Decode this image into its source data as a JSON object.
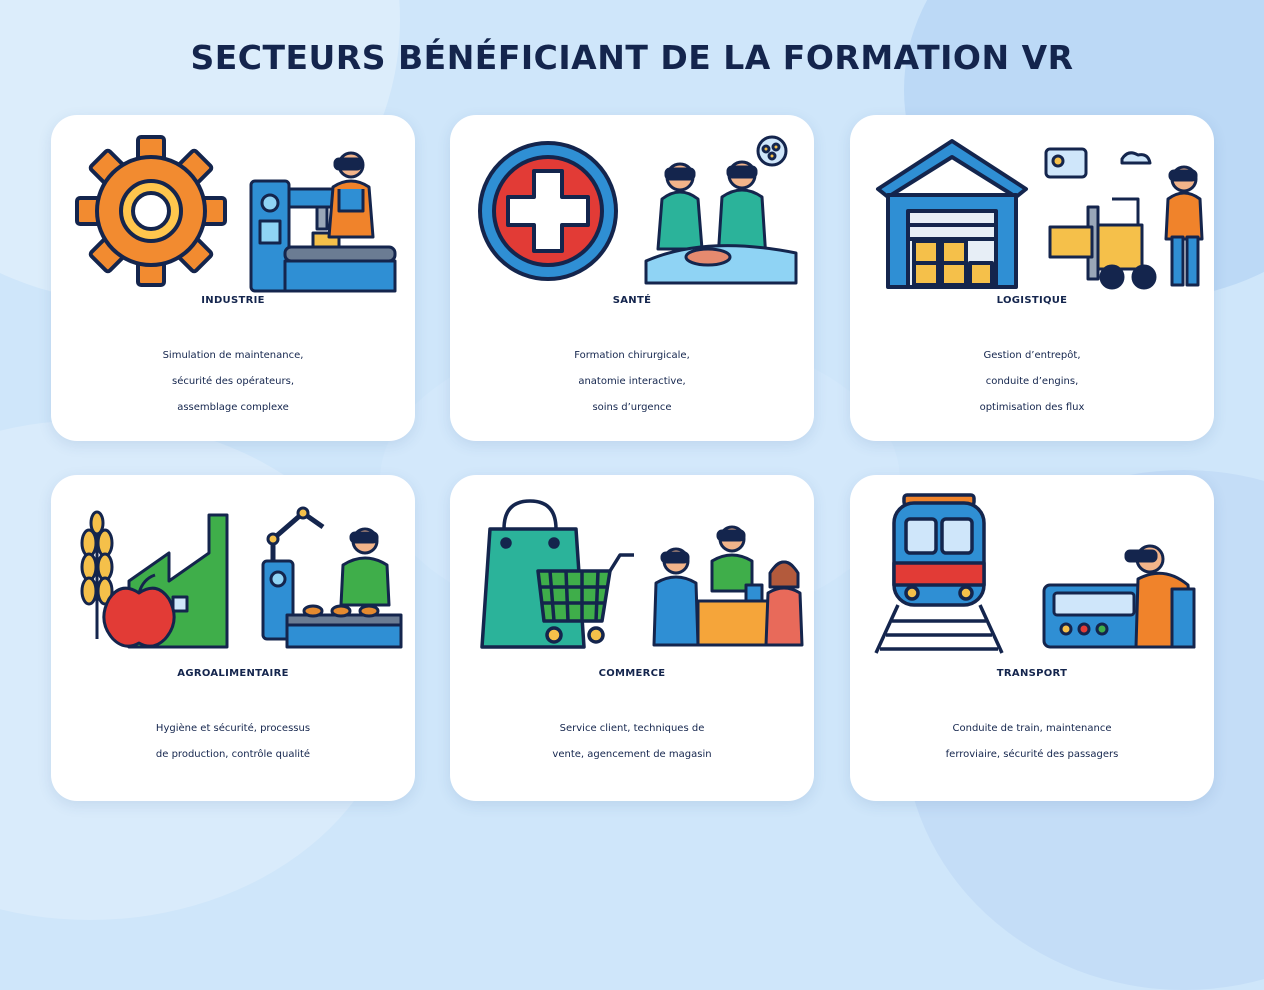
{
  "title": "SECTEURS BÉNÉFICIANT DE LA FORMATION VR",
  "sectors": [
    {
      "id": "industrie",
      "name": "INDUSTRIE",
      "lines": [
        "Simulation de maintenance,",
        "sécurité des opérateurs,",
        "assemblage complexe"
      ],
      "icons": [
        "gear-icon",
        "factory-machine-worker-icon"
      ]
    },
    {
      "id": "sante",
      "name": "SANTÉ",
      "lines": [
        "Formation chirurgicale,",
        "anatomie interactive,",
        "soins d’urgence"
      ],
      "icons": [
        "medical-cross-icon",
        "surgeons-icon"
      ]
    },
    {
      "id": "logistique",
      "name": "LOGISTIQUE",
      "lines": [
        "Gestion d’entrepôt,",
        "conduite d’engins,",
        "optimisation des flux"
      ],
      "icons": [
        "warehouse-icon",
        "forklift-worker-icon"
      ]
    },
    {
      "id": "agroalimentaire",
      "name": "AGROALIMENTAIRE",
      "lines": [
        "Hygiène et sécurité, processus",
        "de production, contrôle qualité"
      ],
      "icons": [
        "wheat-apple-factory-icon",
        "robot-arm-worker-icon"
      ]
    },
    {
      "id": "commerce",
      "name": "COMMERCE",
      "lines": [
        "Service client, techniques de",
        "vente, agencement de magasin"
      ],
      "icons": [
        "shopping-bag-cart-icon",
        "shop-counter-people-icon"
      ]
    },
    {
      "id": "transport",
      "name": "TRANSPORT",
      "lines": [
        "Conduite de train, maintenance",
        "ferroviaire, sécurité des passagers"
      ],
      "icons": [
        "train-icon",
        "train-driver-icon"
      ]
    }
  ],
  "colors": {
    "navy": "#14254d",
    "background": "#cfe6fa",
    "card": "#ffffff",
    "orange": "#f0832b",
    "blue": "#2f8fd4",
    "teal": "#2bb39a",
    "green": "#3fae4a",
    "red": "#e23b36",
    "yellow": "#f5c04a"
  }
}
